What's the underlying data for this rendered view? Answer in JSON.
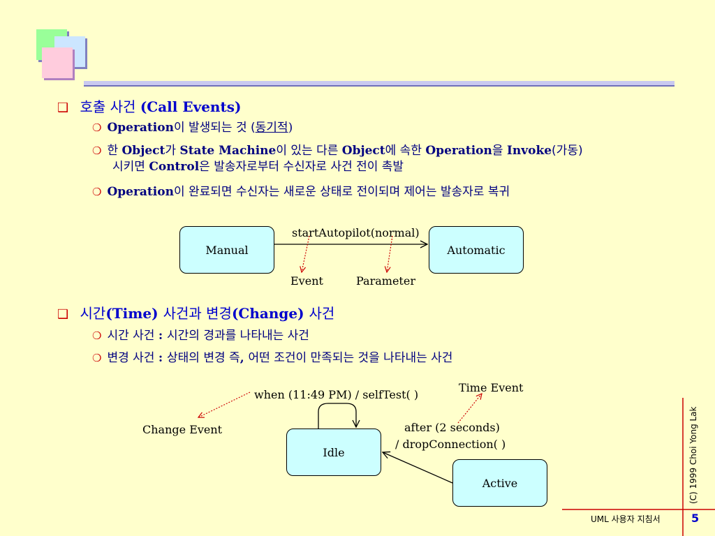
{
  "colors": {
    "background": "#ffffcc",
    "heading": "#0000cc",
    "bullet": "#cc0000",
    "state_fill": "#ccffff",
    "pointer_red": "#cc0000"
  },
  "section1": {
    "ko_label": "호출 사건 ",
    "en_label": "(Call Events)",
    "items": [
      {
        "parts": [
          "Operation",
          "이 발생되는 것 (",
          "동기적",
          ")"
        ]
      },
      {
        "line1_parts": [
          "한 ",
          "Object",
          "가 ",
          "State Machine",
          "이 있는 다른 ",
          "Object",
          "에 속한 ",
          "Operation",
          "을 ",
          "Invoke",
          "(가동)"
        ],
        "line2_parts": [
          "시키면 ",
          "Control",
          "은 발송자로부터 수신자로 사건 전이 촉발"
        ]
      },
      {
        "parts": [
          "Operation",
          "이 완료되면 수신자는 새로운 상태로 전이되며 제어는 발송자로 복귀"
        ]
      }
    ]
  },
  "diagram1": {
    "state_left": "Manual",
    "state_right": "Automatic",
    "transition_label": "startAutopilot(normal)",
    "event_label": "Event",
    "parameter_label": "Parameter"
  },
  "section2": {
    "parts": [
      "시간",
      "(Time) ",
      "사건과 변경",
      "(Change) ",
      "사건"
    ],
    "items": [
      {
        "parts": [
          "시간 사건 ",
          ": ",
          "시간의 경과를 나타내는 사건"
        ]
      },
      {
        "parts": [
          "변경 사건 ",
          ": ",
          "상태의 변경 즉",
          ", ",
          "어떤 조건이 만족되는 것을 나타내는 사건"
        ]
      }
    ]
  },
  "diagram2": {
    "self_transition_label": "when (11:49 PM) / selfTest( )",
    "change_event_label": "Change Event",
    "time_event_label": "Time Event",
    "state_idle": "Idle",
    "state_active": "Active",
    "after_line1": "after (2 seconds)",
    "after_line2": "/ dropConnection( )"
  },
  "footer": {
    "title": "UML 사용자 지침서",
    "page": "5",
    "copyright": "(C) 1999  Choi Yong Lak"
  }
}
